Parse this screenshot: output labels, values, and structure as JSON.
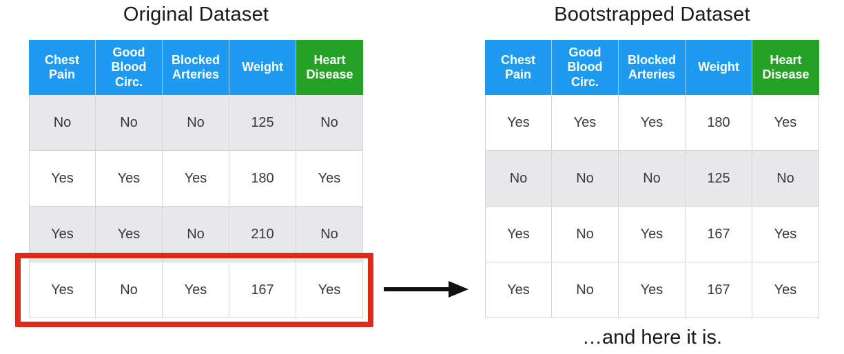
{
  "diagram": {
    "left_table": {
      "title": "Original Dataset",
      "columns": [
        "Chest Pain",
        "Good Blood Circ.",
        "Blocked Arteries",
        "Weight",
        "Heart Disease"
      ],
      "header_colors": [
        "blue",
        "blue",
        "blue",
        "blue",
        "green"
      ],
      "rows": [
        [
          "No",
          "No",
          "No",
          "125",
          "No"
        ],
        [
          "Yes",
          "Yes",
          "Yes",
          "180",
          "Yes"
        ],
        [
          "Yes",
          "Yes",
          "No",
          "210",
          "No"
        ],
        [
          "Yes",
          "No",
          "Yes",
          "167",
          "Yes"
        ]
      ],
      "row_shading": [
        "gray",
        "white",
        "gray",
        "white"
      ],
      "highlighted_row_index": 3
    },
    "right_table": {
      "title": "Bootstrapped Dataset",
      "columns": [
        "Chest Pain",
        "Good Blood Circ.",
        "Blocked Arteries",
        "Weight",
        "Heart Disease"
      ],
      "header_colors": [
        "blue",
        "blue",
        "blue",
        "blue",
        "green"
      ],
      "rows": [
        [
          "Yes",
          "Yes",
          "Yes",
          "180",
          "Yes"
        ],
        [
          "No",
          "No",
          "No",
          "125",
          "No"
        ],
        [
          "Yes",
          "No",
          "Yes",
          "167",
          "Yes"
        ],
        [
          "Yes",
          "No",
          "Yes",
          "167",
          "Yes"
        ]
      ],
      "row_shading": [
        "white",
        "gray",
        "white",
        "white"
      ]
    },
    "caption": "…and here it is.",
    "arrow_icon": "arrow-right-icon",
    "colors": {
      "header_blue": "#1e9bf0",
      "header_green": "#25a125",
      "row_gray": "#e8e8ea",
      "row_white": "#ffffff",
      "highlight_red": "#dc2a1b",
      "grid_line": "#d6d6d8",
      "header_text": "#ffffff",
      "cell_text": "#39393b",
      "title_text": "#1a1a1a",
      "arrow_black": "#111111"
    }
  }
}
